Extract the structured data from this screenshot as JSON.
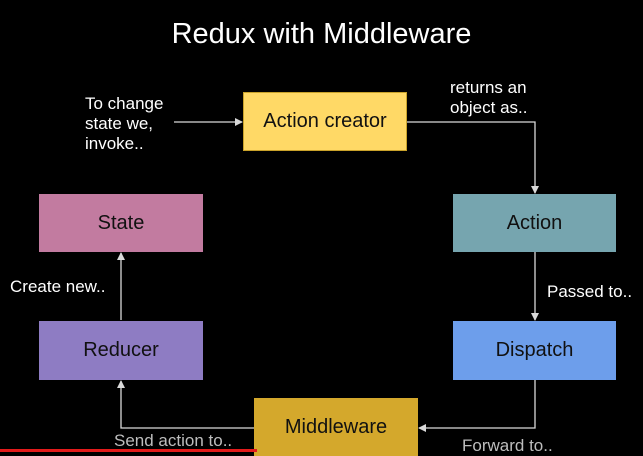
{
  "title": "Redux with Middleware",
  "colors": {
    "background": "#000000",
    "arrow": "#d9d9d9",
    "progress": "#e31b1b"
  },
  "nodes": {
    "action_creator": {
      "label": "Action creator",
      "color": "#ffd966"
    },
    "action": {
      "label": "Action",
      "color": "#76a5af"
    },
    "dispatch": {
      "label": "Dispatch",
      "color": "#6d9eeb"
    },
    "middleware": {
      "label": "Middleware",
      "color": "#d4a82c"
    },
    "reducer": {
      "label": "Reducer",
      "color": "#8e7cc3"
    },
    "state": {
      "label": "State",
      "color": "#c27ba0"
    }
  },
  "edge_labels": {
    "to_change": [
      "To change",
      "state we,",
      "invoke.."
    ],
    "returns": [
      "returns an",
      "object as.."
    ],
    "passed_to": "Passed to..",
    "forward_to": "Forward to..",
    "send_action_to": "Send action to..",
    "create_new": "Create new.."
  },
  "progress": {
    "fraction": 0.4
  }
}
